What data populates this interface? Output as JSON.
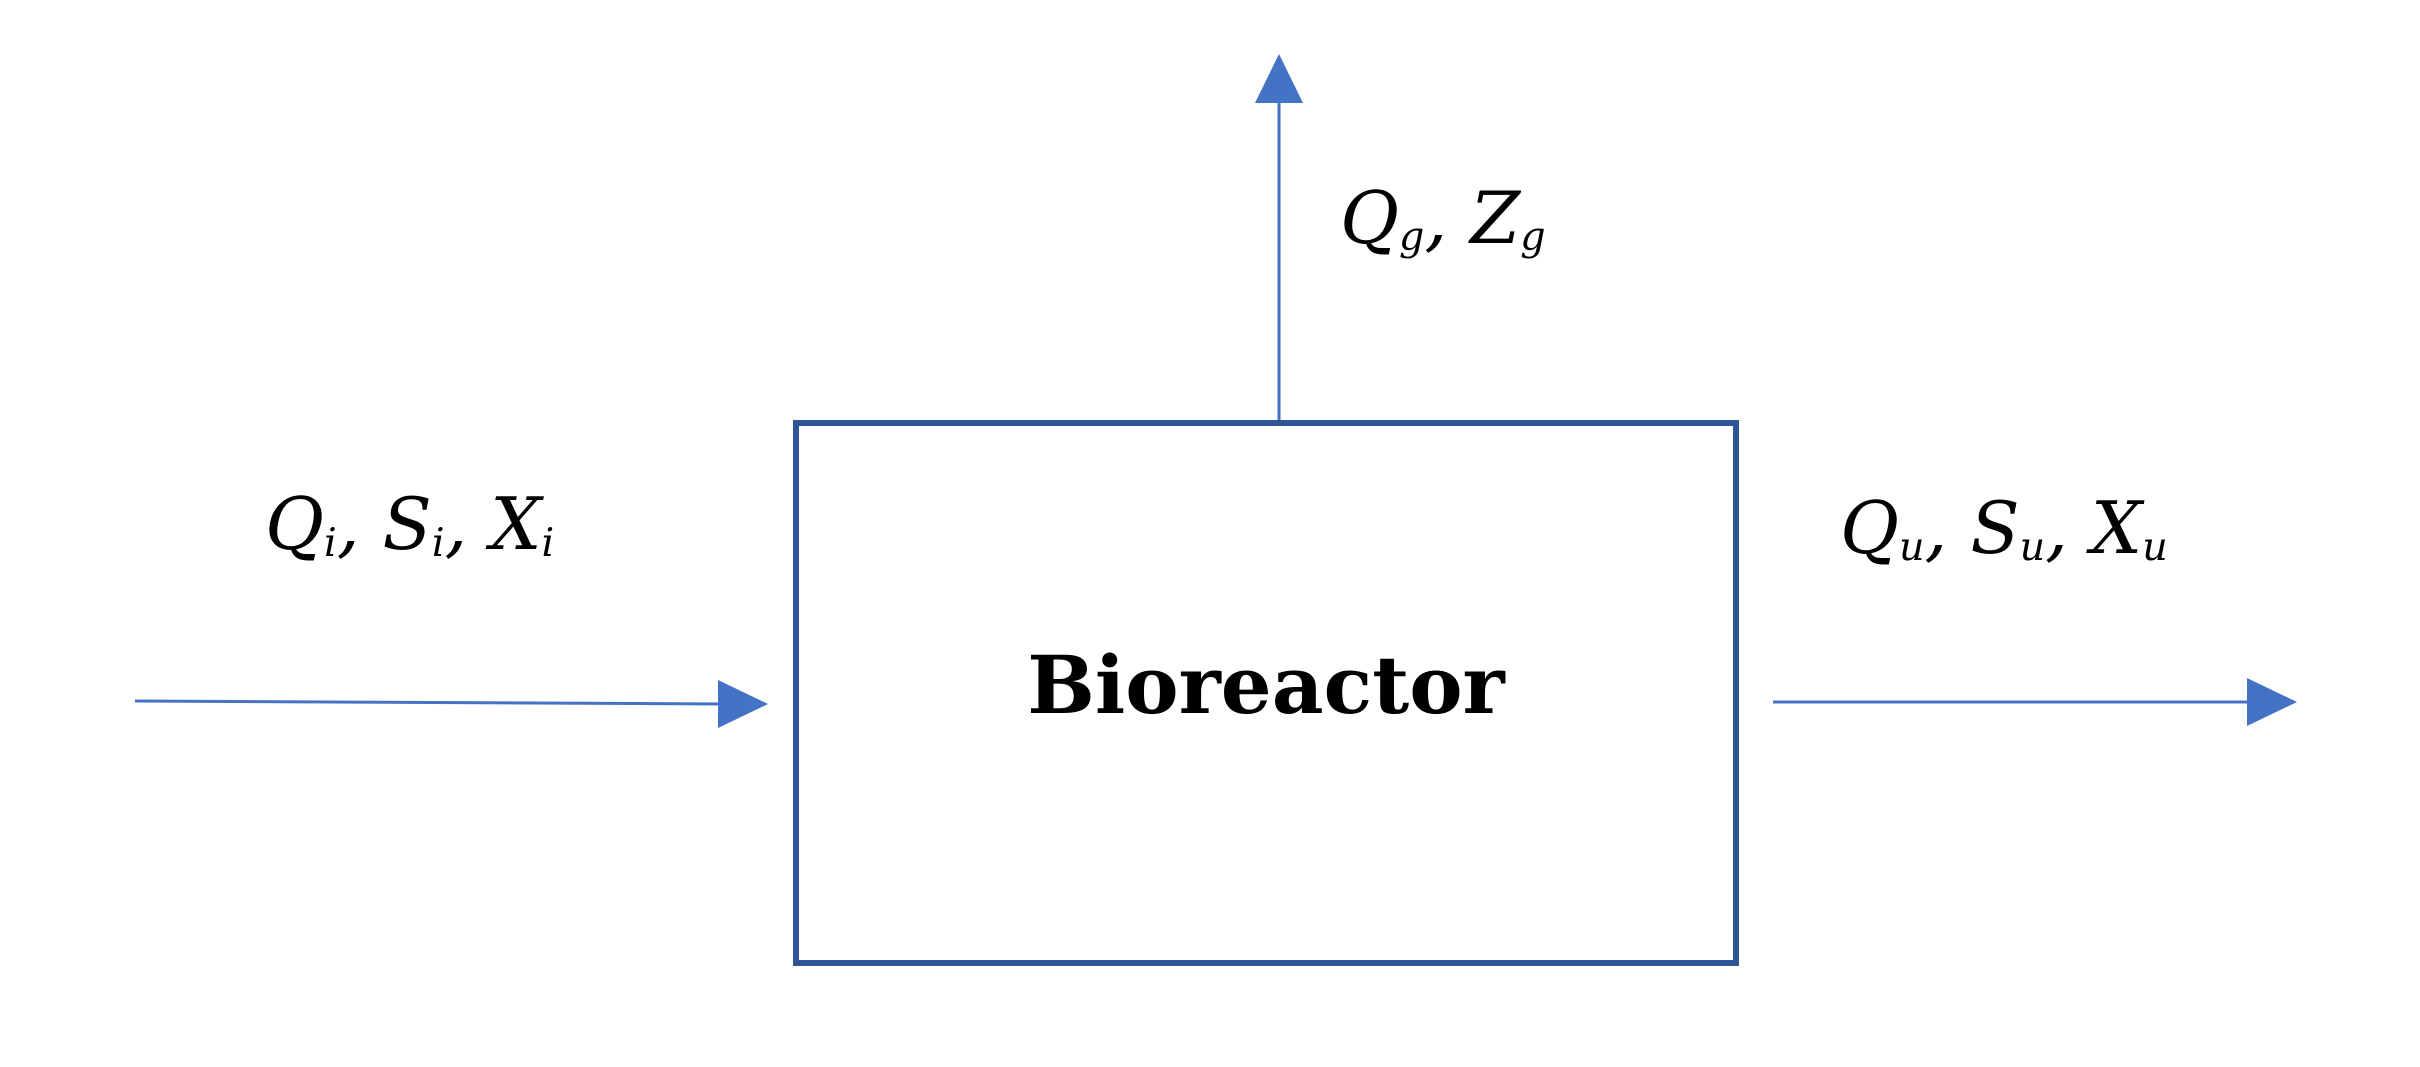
{
  "colors": {
    "arrow": "#4472C4",
    "box_border": "#2F5597",
    "text": "#000000"
  },
  "reactor": {
    "label": "Bioreactor"
  },
  "flows": {
    "inlet": {
      "terms": [
        {
          "symbol": "Q",
          "sub": "i",
          "sep": ", "
        },
        {
          "symbol": "S",
          "sub": "i",
          "sep": ", "
        },
        {
          "symbol": "X",
          "sub": "i",
          "sep": ""
        }
      ]
    },
    "gas": {
      "terms": [
        {
          "symbol": "Q",
          "sub": "g",
          "sep": ", "
        },
        {
          "symbol": "Z",
          "sub": "g",
          "sep": ""
        }
      ]
    },
    "outlet": {
      "terms": [
        {
          "symbol": "Q",
          "sub": "u",
          "sep": ", "
        },
        {
          "symbol": "S",
          "sub": "u",
          "sep": ", "
        },
        {
          "symbol": "X",
          "sub": "u",
          "sep": ""
        }
      ]
    }
  }
}
